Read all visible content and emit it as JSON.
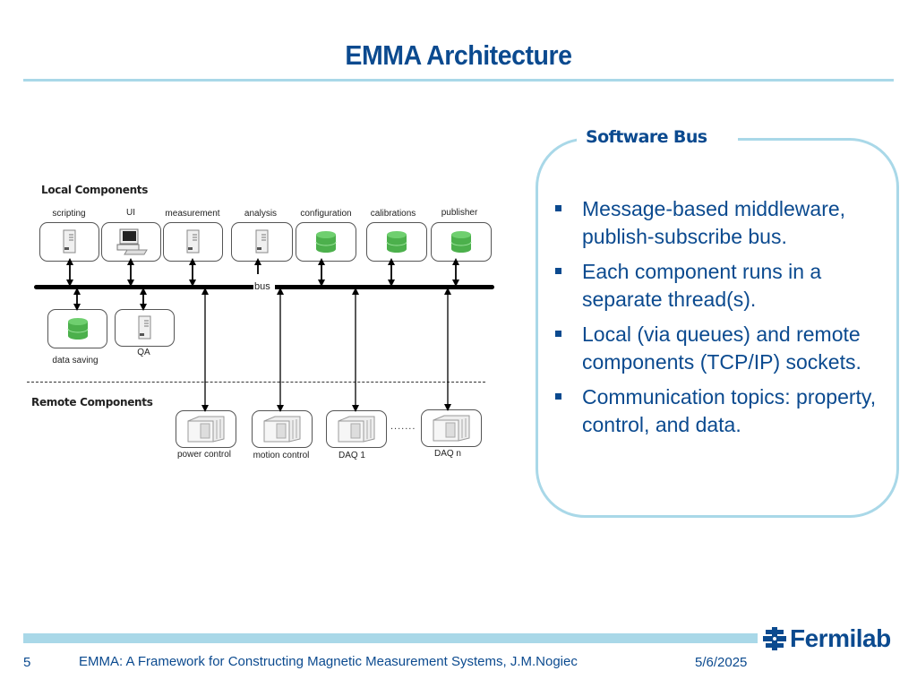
{
  "slide": {
    "title": "EMMA Architecture",
    "page_number": "5",
    "footer_text": "EMMA: A Framework for Constructing Magnetic Measurement Systems, J.M.Nogiec",
    "date": "5/6/2025",
    "logo_text": "Fermilab"
  },
  "diagram": {
    "local_section_label": "Local Components",
    "remote_section_label": "Remote Components",
    "bus_label": "bus",
    "ellipsis": ".......",
    "local_components": [
      {
        "label": "scripting",
        "icon": "server-tower-icon"
      },
      {
        "label": "UI",
        "icon": "desktop-computer-icon"
      },
      {
        "label": "measurement",
        "icon": "server-tower-icon"
      },
      {
        "label": "analysis",
        "icon": "server-tower-icon"
      },
      {
        "label": "configuration",
        "icon": "database-icon"
      },
      {
        "label": "calibrations",
        "icon": "database-icon"
      },
      {
        "label": "publisher",
        "icon": "database-icon"
      }
    ],
    "lower_local_components": [
      {
        "label": "data saving",
        "icon": "database-icon"
      },
      {
        "label": "QA",
        "icon": "server-tower-icon"
      }
    ],
    "remote_components": [
      {
        "label": "power control",
        "icon": "rack-hardware-icon"
      },
      {
        "label": "motion control",
        "icon": "rack-hardware-icon"
      },
      {
        "label": "DAQ 1",
        "icon": "rack-hardware-icon"
      },
      {
        "label": "DAQ n",
        "icon": "rack-hardware-icon"
      }
    ]
  },
  "panel": {
    "title": "Software Bus",
    "bullets": [
      "Message-based middleware, publish-subscribe bus.",
      "Each component runs in a separate thread(s).",
      "Local (via queues) and remote components (TCP/IP) sockets.",
      "Communication topics: property, control, and data."
    ]
  },
  "colors": {
    "accent_blue": "#0b4a8f",
    "rule_light_blue": "#a9d8e8",
    "database_green": "#4cb04c"
  }
}
